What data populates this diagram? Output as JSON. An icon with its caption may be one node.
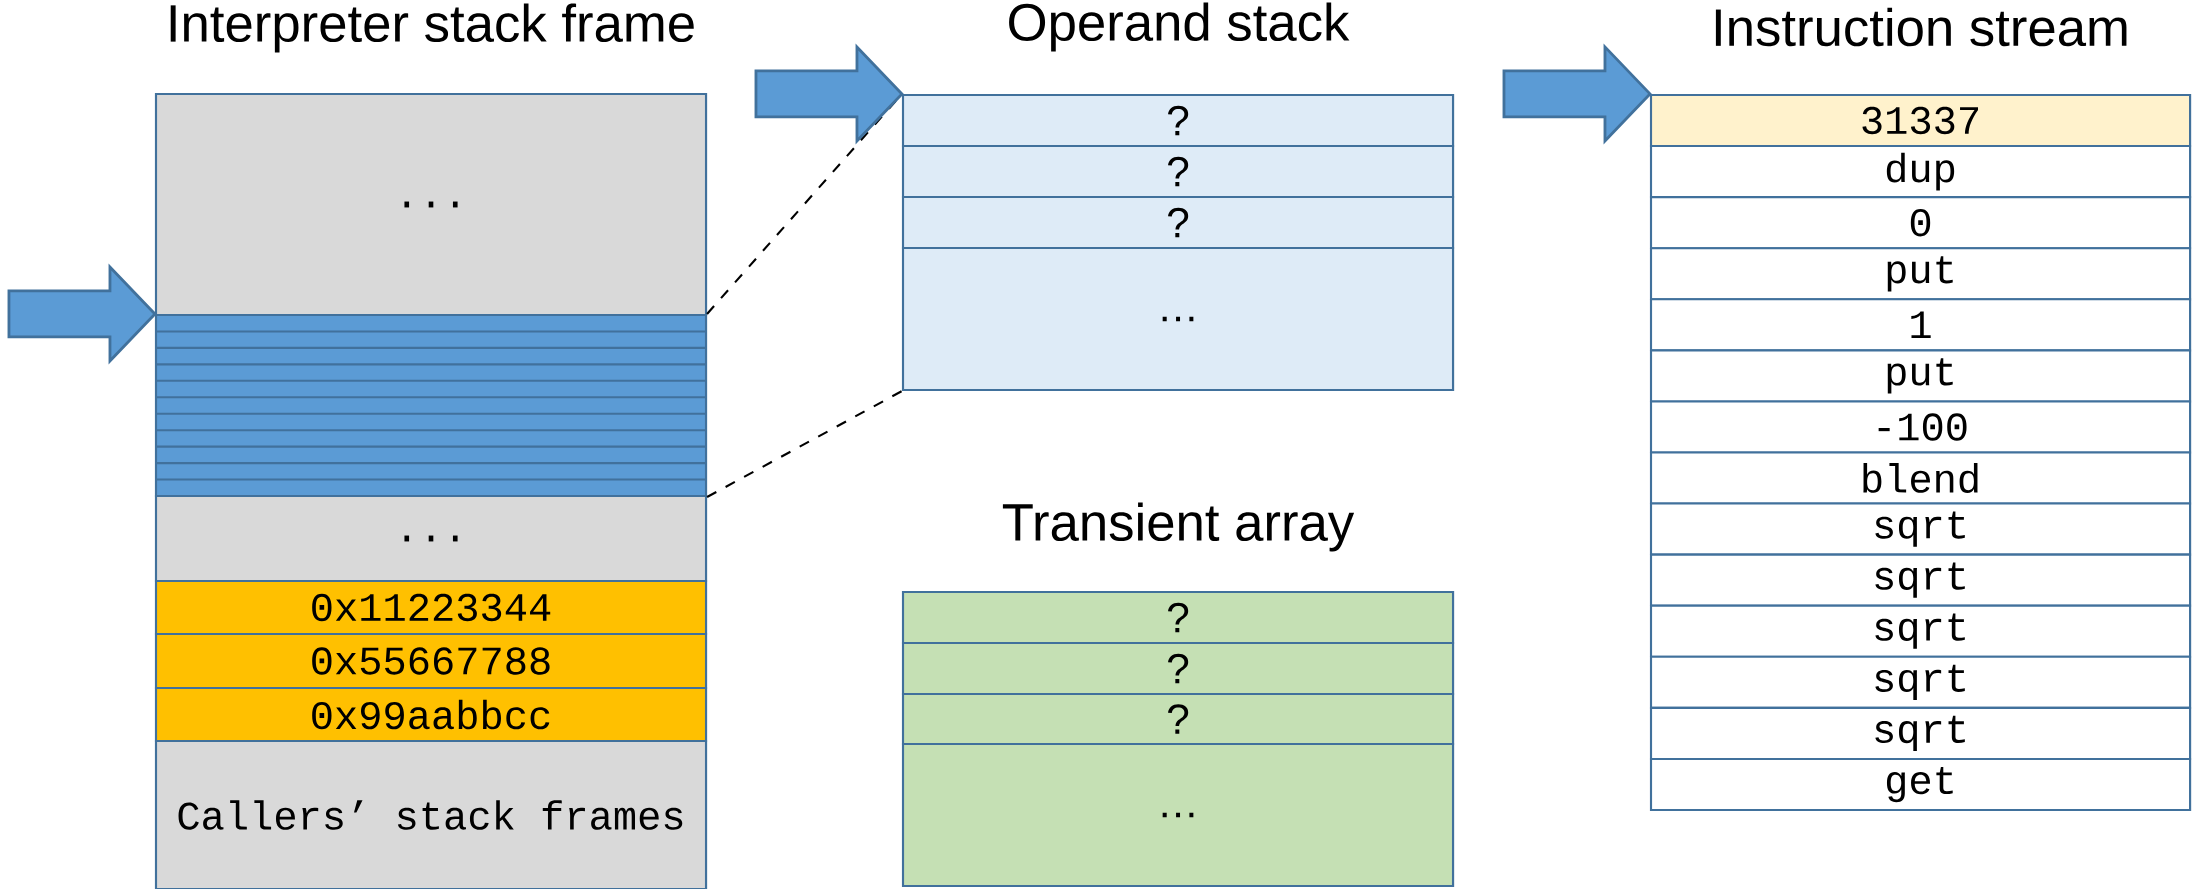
{
  "diagram": {
    "nodes": [
      {
        "text": [
          "Interpreter stack frame"
        ]
      },
      {
        "text": [
          "..."
        ],
        "in": 0
      },
      {
        "text": [],
        "shape": "box",
        "in": 0
      },
      {
        "text": [
          "..."
        ],
        "in": 0
      },
      {
        "text": [
          "0x11223344"
        ],
        "in": 0
      },
      {
        "text": [
          "0x55667788"
        ],
        "in": 0
      },
      {
        "text": [
          "0x99aabbcc"
        ],
        "in": 0
      },
      {
        "text": [
          "Callers’ stack frames"
        ],
        "in": 0
      },
      {
        "text": [
          "Operand stack"
        ]
      },
      {
        "text": [
          "?"
        ],
        "in": 8
      },
      {
        "text": [
          "?"
        ],
        "in": 8
      },
      {
        "text": [
          "?"
        ],
        "in": 8
      },
      {
        "text": [
          "…"
        ],
        "in": 8
      },
      {
        "text": [
          "Transient array"
        ]
      },
      {
        "text": [
          "?"
        ],
        "in": 13
      },
      {
        "text": [
          "?"
        ],
        "in": 13
      },
      {
        "text": [
          "?"
        ],
        "in": 13
      },
      {
        "text": [
          "…"
        ],
        "in": 13
      },
      {
        "text": [
          "Instruction stream"
        ]
      },
      {
        "text": [
          "31337"
        ],
        "in": 18
      },
      {
        "text": [
          "dup"
        ],
        "in": 18
      },
      {
        "text": [
          "0"
        ],
        "in": 18
      },
      {
        "text": [
          "put"
        ],
        "in": 18
      },
      {
        "text": [
          "1"
        ],
        "in": 18
      },
      {
        "text": [
          "put"
        ],
        "in": 18
      },
      {
        "text": [
          "-100"
        ],
        "in": 18
      },
      {
        "text": [
          "blend"
        ],
        "in": 18
      },
      {
        "text": [
          "sqrt"
        ],
        "in": 18
      },
      {
        "text": [
          "sqrt"
        ],
        "in": 18
      },
      {
        "text": [
          "sqrt"
        ],
        "in": 18
      },
      {
        "text": [
          "sqrt"
        ],
        "in": 18
      },
      {
        "text": [
          "sqrt"
        ],
        "in": 18
      },
      {
        "text": [
          "get"
        ],
        "in": 18
      }
    ],
    "edges": [
      {
        "from": null,
        "to": 2,
        "arrow": "to",
        "style": "thick"
      },
      {
        "from": 2,
        "to": 8,
        "arrow": "none",
        "style": "dashed"
      },
      {
        "from": 2,
        "to": 8,
        "arrow": "none",
        "style": "dashed"
      },
      {
        "from": null,
        "to": 9,
        "arrow": "to",
        "style": "thick"
      },
      {
        "from": null,
        "to": 19,
        "arrow": "to",
        "style": "thick"
      }
    ]
  }
}
